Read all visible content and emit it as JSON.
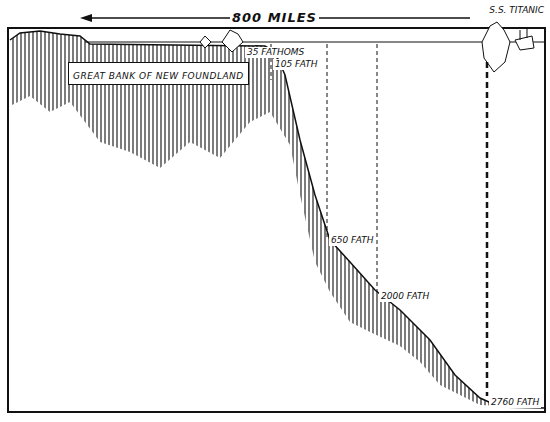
{
  "diagram": {
    "nodes": [
      {
        "text": [
          "GREAT BANK OF NEW FOUNDLAND"
        ]
      }
    ],
    "labels": [
      "800 MILES",
      "S.S. TITANIC",
      "35 FATHOMS",
      "105 FATH",
      "650 FATH",
      "2000 FATH",
      "2760 FATH"
    ]
  }
}
